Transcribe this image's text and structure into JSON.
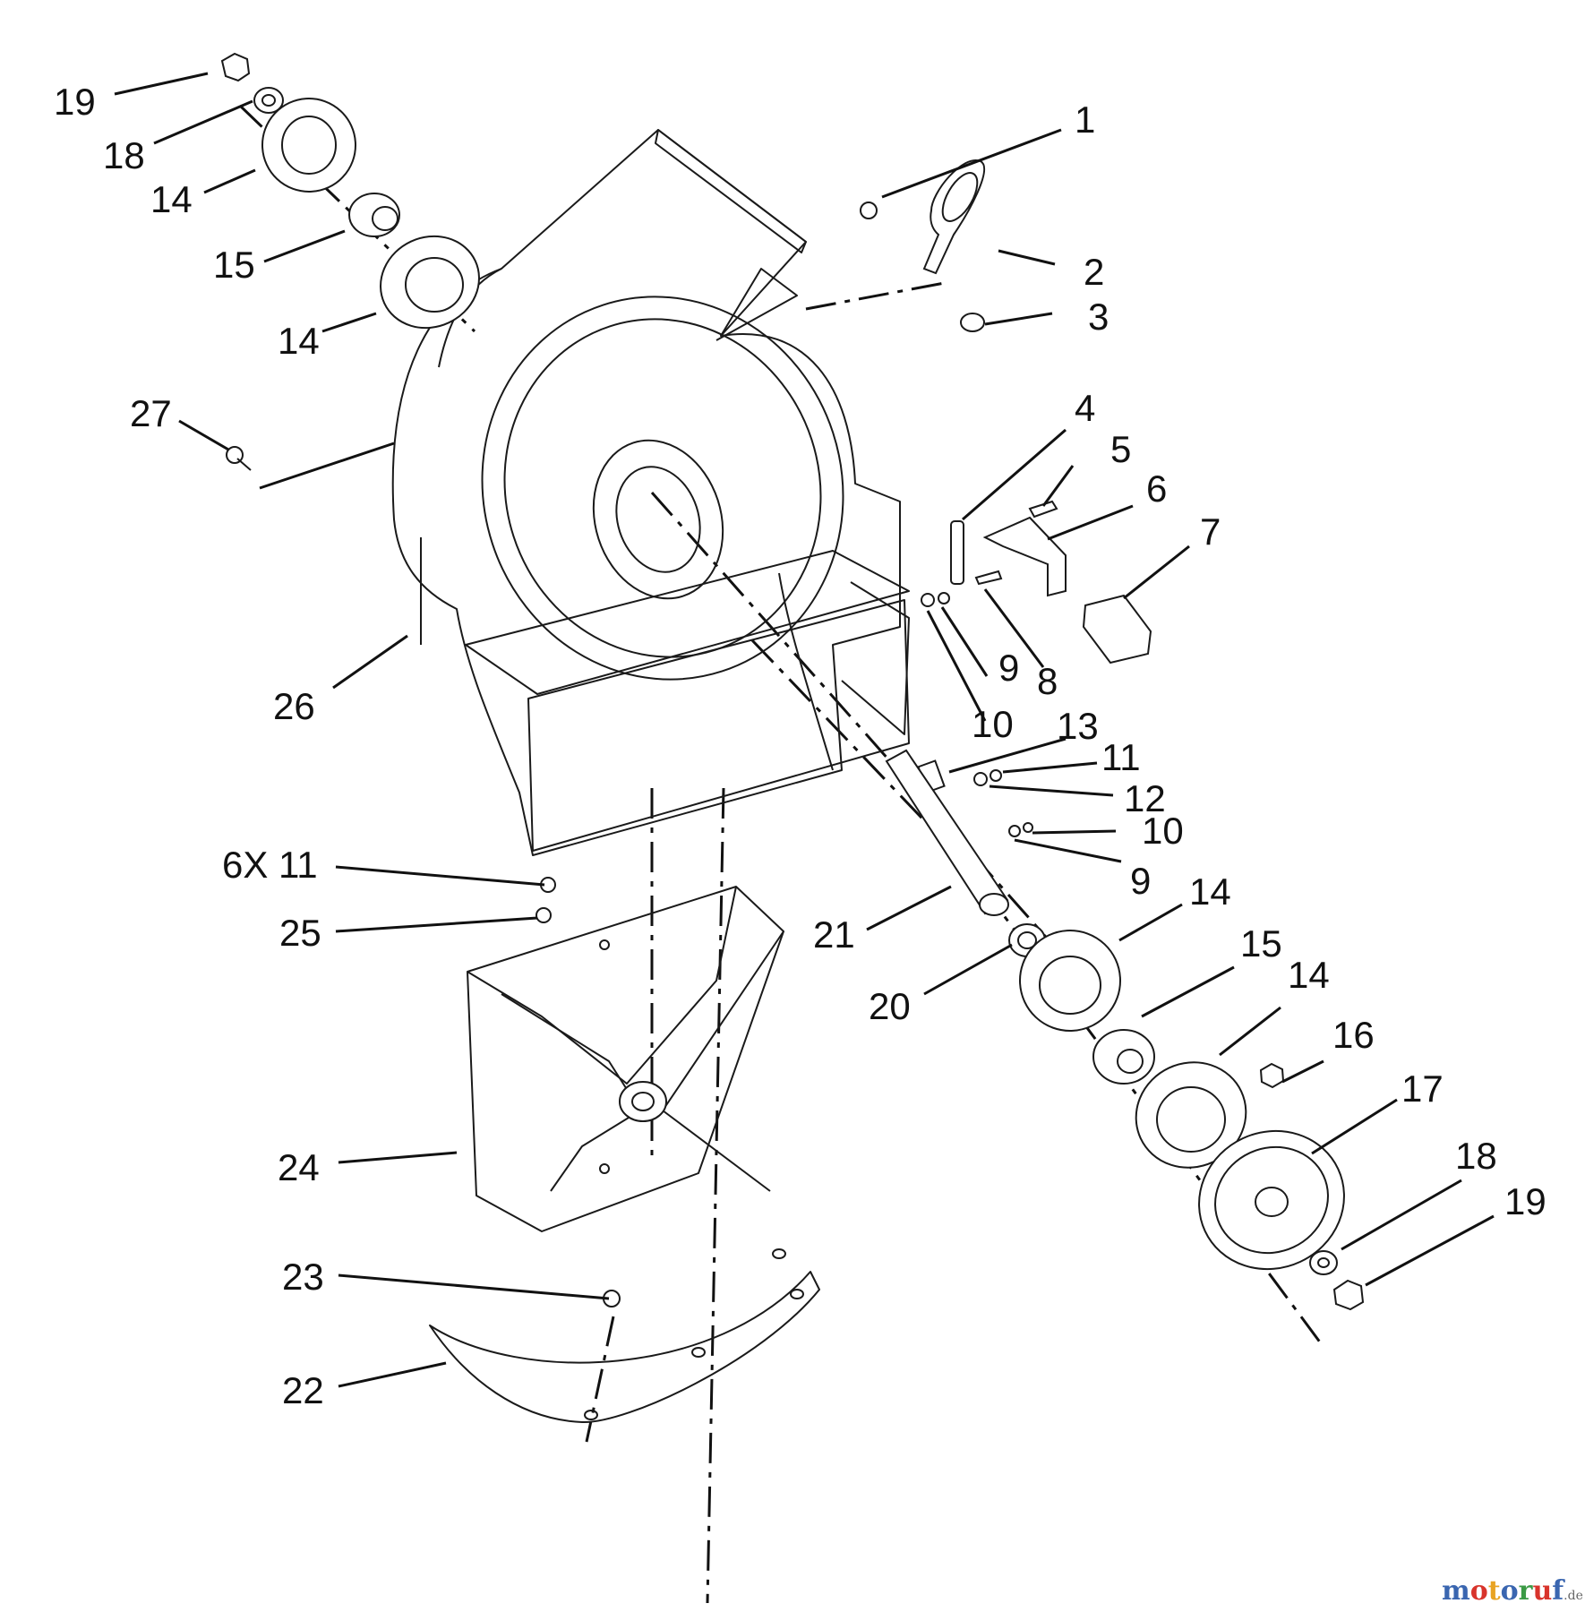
{
  "callouts": [
    {
      "id": "c19a",
      "label": "19"
    },
    {
      "id": "c18a",
      "label": "18"
    },
    {
      "id": "c14a",
      "label": "14"
    },
    {
      "id": "c15a",
      "label": "15"
    },
    {
      "id": "c14b",
      "label": "14"
    },
    {
      "id": "c27",
      "label": "27"
    },
    {
      "id": "c26",
      "label": "26"
    },
    {
      "id": "c6x11",
      "label": "6X 11"
    },
    {
      "id": "c25",
      "label": "25"
    },
    {
      "id": "c24",
      "label": "24"
    },
    {
      "id": "c23",
      "label": "23"
    },
    {
      "id": "c22",
      "label": "22"
    },
    {
      "id": "c1",
      "label": "1"
    },
    {
      "id": "c2",
      "label": "2"
    },
    {
      "id": "c3",
      "label": "3"
    },
    {
      "id": "c4",
      "label": "4"
    },
    {
      "id": "c5",
      "label": "5"
    },
    {
      "id": "c6",
      "label": "6"
    },
    {
      "id": "c7",
      "label": "7"
    },
    {
      "id": "c9a",
      "label": "9"
    },
    {
      "id": "c8",
      "label": "8"
    },
    {
      "id": "c10a",
      "label": "10"
    },
    {
      "id": "c13",
      "label": "13"
    },
    {
      "id": "c11",
      "label": "11"
    },
    {
      "id": "c12",
      "label": "12"
    },
    {
      "id": "c10b",
      "label": "10"
    },
    {
      "id": "c9b",
      "label": "9"
    },
    {
      "id": "c21",
      "label": "21"
    },
    {
      "id": "c14c",
      "label": "14"
    },
    {
      "id": "c15b",
      "label": "15"
    },
    {
      "id": "c14d",
      "label": "14"
    },
    {
      "id": "c20",
      "label": "20"
    },
    {
      "id": "c16",
      "label": "16"
    },
    {
      "id": "c17",
      "label": "17"
    },
    {
      "id": "c18b",
      "label": "18"
    },
    {
      "id": "c19b",
      "label": "19"
    }
  ],
  "watermark": {
    "letters": [
      "m",
      "o",
      "t",
      "o",
      "r",
      "u",
      "f"
    ],
    "colors": [
      "#3a66b0",
      "#d8342c",
      "#e8a323",
      "#3a66b0",
      "#3b9a45",
      "#d8342c",
      "#3a66b0"
    ],
    "suffix": ".de"
  }
}
